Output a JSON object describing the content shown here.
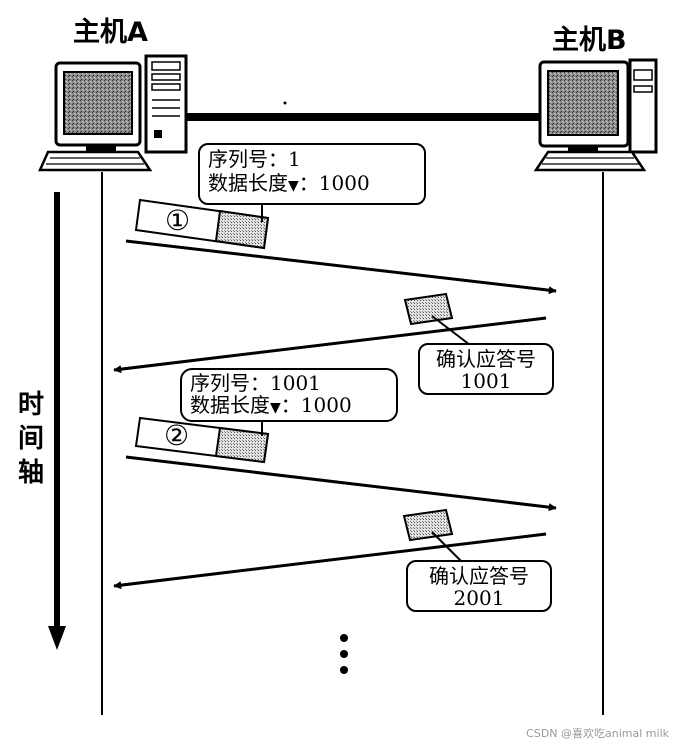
{
  "hosts": {
    "a_label": "主机A",
    "b_label": "主机B"
  },
  "time_axis_label": [
    "时",
    "间",
    "轴"
  ],
  "segments": [
    {
      "number_symbol": "①",
      "seq_label": "序列号：1",
      "len_label": "数据长度",
      "len_mark": "▼",
      "len_value": "：1000"
    },
    {
      "number_symbol": "②",
      "seq_label": "序列号：1001",
      "len_label": "数据长度",
      "len_mark": "▼",
      "len_value": "：1000"
    }
  ],
  "acks": [
    {
      "title": "确认应答号",
      "value": "1001"
    },
    {
      "title": "确认应答号",
      "value": "2001"
    }
  ],
  "watermark": "CSDN @喜欢吃animal milk"
}
